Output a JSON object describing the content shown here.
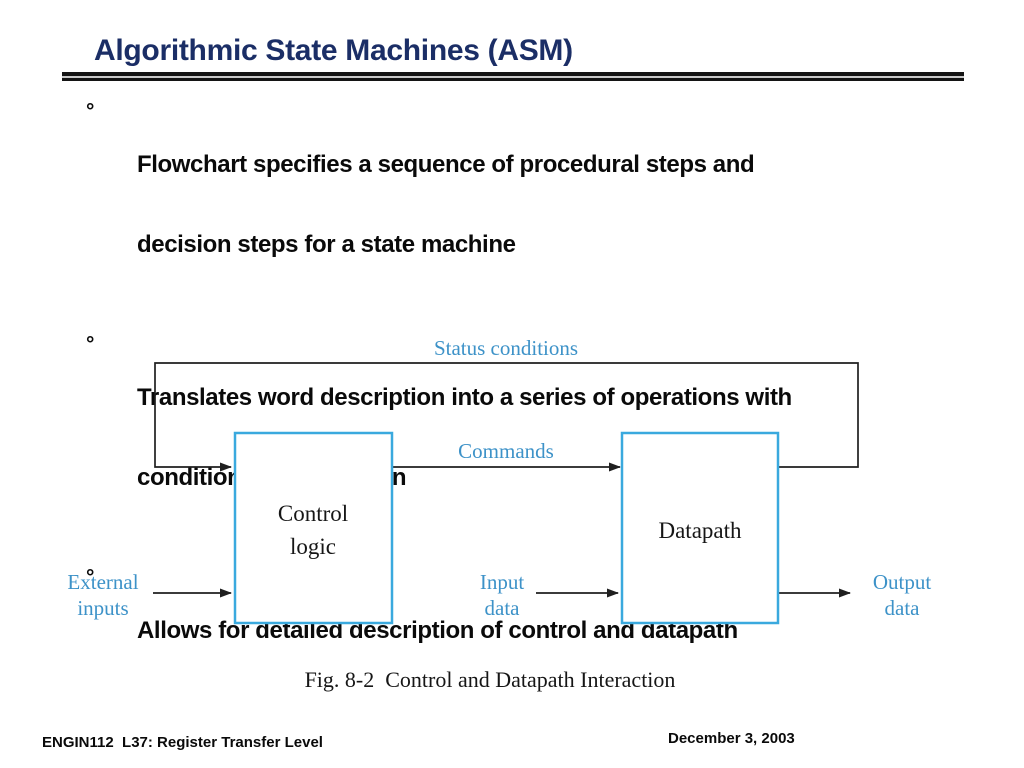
{
  "slide": {
    "title": "Algorithmic State Machines (ASM)",
    "colors": {
      "title": "#1b2e66",
      "body_text": "#0a0a0a",
      "diagram_label": "#3d92c8",
      "box_border": "#3aa9de",
      "diagram_line": "#1f1f1f"
    },
    "bullets": [
      {
        "marker": "°",
        "lines": [
          "Flowchart specifies a sequence of procedural steps and",
          "decision steps for a state machine"
        ]
      },
      {
        "marker": "°",
        "lines": [
          "Translates word description into a series of operations with",
          "conditions for execution"
        ]
      },
      {
        "marker": "°",
        "lines": [
          "Allows for detailed description of control and datapath"
        ]
      }
    ],
    "diagram": {
      "status_label": "Status conditions",
      "commands_label": "Commands",
      "control_box": {
        "line1": "Control",
        "line2": "logic"
      },
      "datapath_box": "Datapath",
      "external_inputs": {
        "line1": "External",
        "line2": "inputs"
      },
      "input_data": {
        "line1": "Input",
        "line2": "data"
      },
      "output_data": {
        "line1": "Output",
        "line2": "data"
      },
      "caption": "Fig. 8-2  Control and Datapath Interaction"
    },
    "footer": {
      "left": "ENGIN112  L37: Register Transfer Level",
      "right": "December 3, 2003"
    }
  }
}
